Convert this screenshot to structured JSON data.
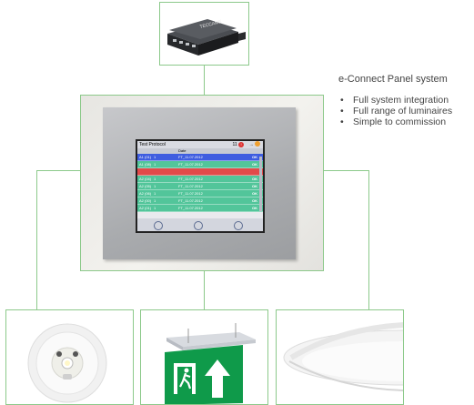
{
  "description": {
    "title": "e-Connect Panel system",
    "features": [
      "Full system integration",
      "Full range of luminaires",
      "Simple to commission"
    ]
  },
  "gateway": {
    "brand": "TECCAME"
  },
  "panel_screen": {
    "title": "Test Protocol",
    "counter": "11",
    "alert": "!",
    "columns": [
      "",
      "",
      "Date",
      ""
    ],
    "rows": [
      {
        "id": "A1 (01)",
        "type": "1",
        "date": "FT_11.07.2012",
        "status": "OK",
        "color": "#3f5de0"
      },
      {
        "id": "A1 (08)",
        "type": "1",
        "date": "FT_11.07.2012",
        "status": "OK",
        "color": "#52c59a"
      },
      {
        "id": "",
        "type": "",
        "date": "",
        "status": "",
        "color": "#e24a4a"
      },
      {
        "id": "A2 (04)",
        "type": "1",
        "date": "FT_11.07.2012",
        "status": "OK",
        "color": "#52c59a"
      },
      {
        "id": "A2 (05)",
        "type": "1",
        "date": "FT_11.07.2012",
        "status": "OK",
        "color": "#52c59a"
      },
      {
        "id": "A2 (06)",
        "type": "1",
        "date": "FT_11.07.2012",
        "status": "OK",
        "color": "#52c59a"
      },
      {
        "id": "A2 (00)",
        "type": "1",
        "date": "FT_11.07.2012",
        "status": "OK",
        "color": "#52c59a"
      },
      {
        "id": "A2 (01)",
        "type": "1",
        "date": "FT_11.07.2012",
        "status": "OK",
        "color": "#52c59a"
      }
    ]
  },
  "colors": {
    "connector": "#8cc98a",
    "exit_green": "#0f9a4a",
    "text": "#444444"
  }
}
